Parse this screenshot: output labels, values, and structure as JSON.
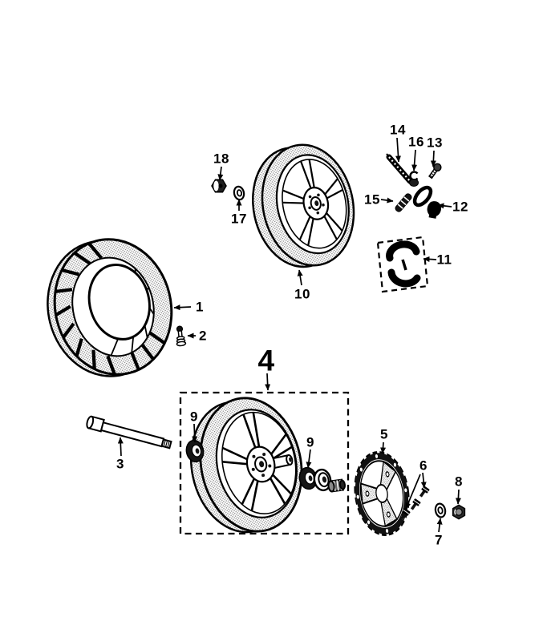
{
  "diagram": {
    "kind": "exploded-parts-diagram",
    "subject": "scooter wheel assembly parts figure",
    "background_color": "#ffffff",
    "line_color": "#000000",
    "callouts": [
      {
        "label": "1",
        "part": "tire"
      },
      {
        "label": "2",
        "part": "valve-stem"
      },
      {
        "label": "3",
        "part": "axle-shaft"
      },
      {
        "label": "4",
        "part": "front-wheel-assembly"
      },
      {
        "label": "5",
        "part": "brake-disc"
      },
      {
        "label": "6",
        "part": "disc-bolts"
      },
      {
        "label": "7",
        "part": "washer-front"
      },
      {
        "label": "8",
        "part": "axle-nut-front"
      },
      {
        "label": "9",
        "part": "oil-seal-left"
      },
      {
        "label": "9",
        "part": "oil-seal-right"
      },
      {
        "label": "10",
        "part": "rear-wheel"
      },
      {
        "label": "11",
        "part": "brake-shoe-set"
      },
      {
        "label": "12",
        "part": "brake-arm"
      },
      {
        "label": "13",
        "part": "arm-bolt"
      },
      {
        "label": "14",
        "part": "return-spring"
      },
      {
        "label": "15",
        "part": "cam-pin"
      },
      {
        "label": "16",
        "part": "retaining-clip"
      },
      {
        "label": "17",
        "part": "washer-rear"
      },
      {
        "label": "18",
        "part": "hex-nut-rear"
      }
    ]
  }
}
